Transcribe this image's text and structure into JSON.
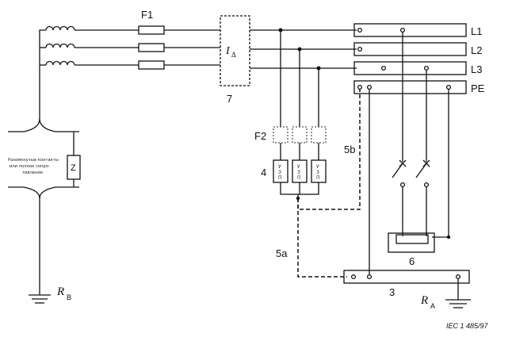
{
  "labels": {
    "fuse_main": "F1",
    "rcd_symbol": "I",
    "rcd_subscript": "Δ",
    "rcd_number": "7",
    "line_1": "L1",
    "line_2": "L2",
    "line_3": "L3",
    "protective_earth": "PE",
    "fuse_spd": "F2",
    "spd_number": "4",
    "conductor_5b": "5b",
    "conductor_5a": "5a",
    "terminal_6": "6",
    "terminal_3": "3",
    "earth_rb_main": "R",
    "earth_rb_sub": "B",
    "earth_ra_main": "R",
    "earth_ra_sub": "A",
    "impedance": "Z",
    "note_line_1": "Разомкнутые контакты",
    "note_line_2": "или полное сопро-",
    "note_line_3": "тивление",
    "spd_glyph_a": "У",
    "spd_glyph_b": "З",
    "spd_glyph_c": "П",
    "reference": "IEC  1 485/97"
  },
  "colors": {
    "ink": "#111111",
    "faint": "#777777"
  }
}
